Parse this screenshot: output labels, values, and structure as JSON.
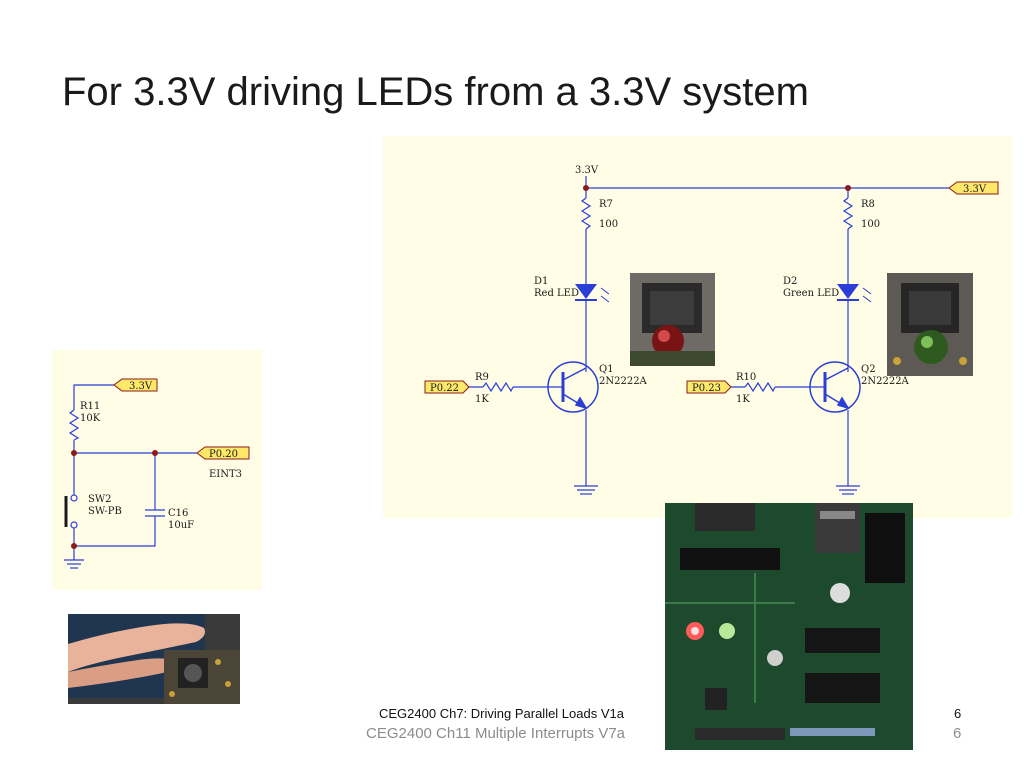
{
  "slide": {
    "title": "For 3.3V driving LEDs from a 3.3V system",
    "footer": {
      "line1": "CEG2400 Ch7: Driving Parallel Loads V1a",
      "line2": "CEG2400 Ch11 Multiple Interrupts V7a",
      "page1": "6",
      "page2": "6"
    }
  },
  "switch_schematic": {
    "supply_label": "3.3V",
    "resistor_name": "R11",
    "resistor_value": "10K",
    "port_label": "P0.20",
    "port_function": "EINT3",
    "switch_name": "SW2",
    "switch_type": "SW-PB",
    "capacitor_name": "C16",
    "capacitor_value": "10uF"
  },
  "led_schematic": {
    "supply_top": "3.3V",
    "supply_right": "3.3V",
    "r7_name": "R7",
    "r7_value": "100",
    "r8_name": "R8",
    "r8_value": "100",
    "d1_name": "D1",
    "d1_label": "Red LED",
    "d2_name": "D2",
    "d2_label": "Green LED",
    "q1_name": "Q1",
    "q1_type": "2N2222A",
    "q2_name": "Q2",
    "q2_type": "2N2222A",
    "r9_name": "R9",
    "r9_value": "1K",
    "r10_name": "R10",
    "r10_value": "1K",
    "port_left": "P0.22",
    "port_right": "P0.23"
  }
}
